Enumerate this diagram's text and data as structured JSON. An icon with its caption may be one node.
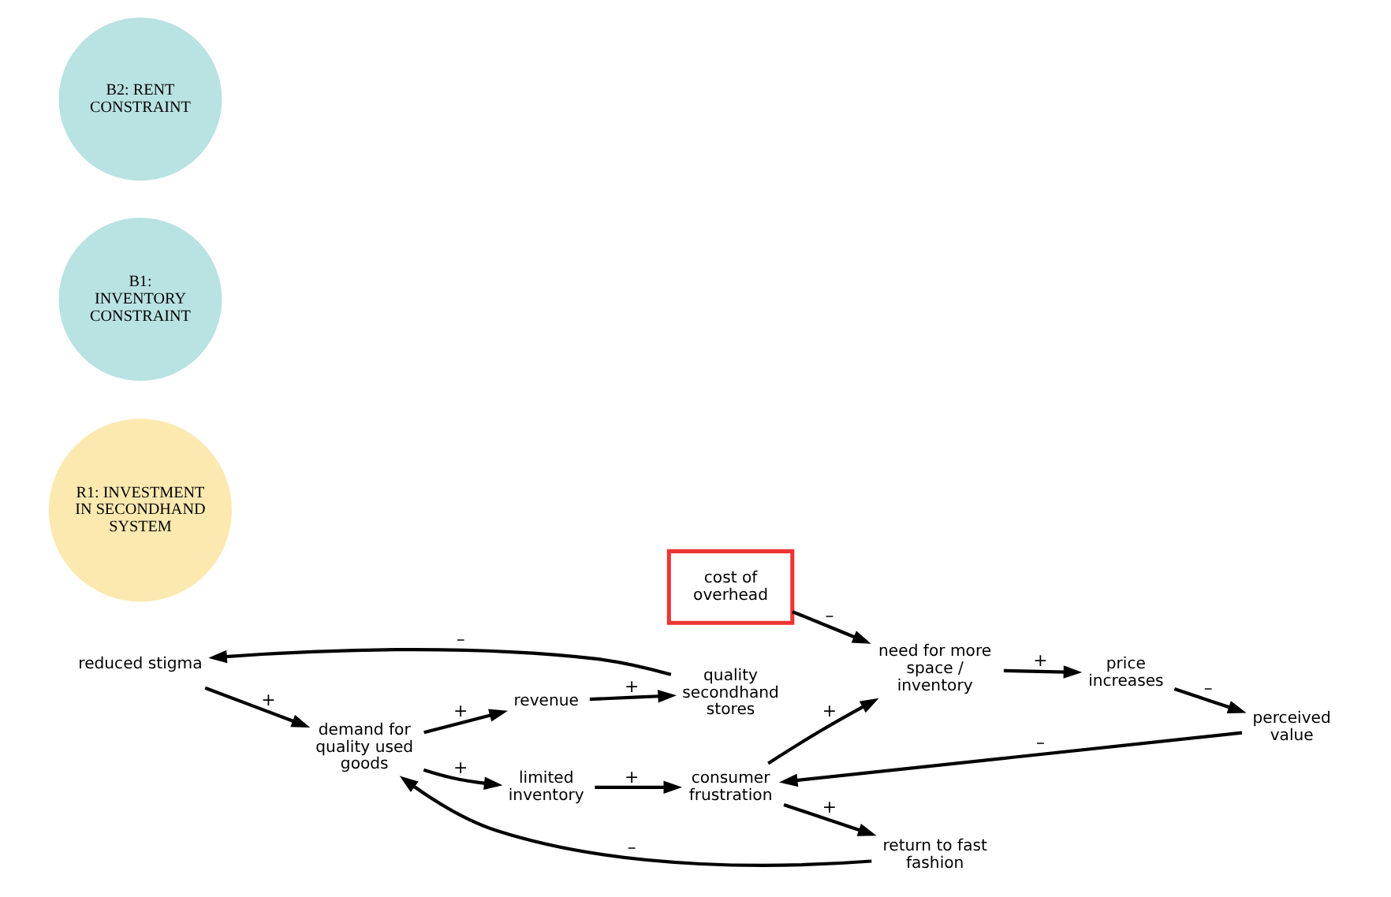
{
  "diagram": {
    "nodes": [
      {
        "text": [
          "reduced stigma"
        ]
      },
      {
        "text": [
          "quality secondhand stores"
        ]
      },
      {
        "text": [
          "R1: INVESTMENT IN SECONDHAND SYSTEM"
        ]
      },
      {
        "text": [
          "demand for quality used goods"
        ]
      },
      {
        "text": [
          "B1: INVENTORY CONSTRAINT"
        ]
      },
      {
        "text": [
          "return to fast fashion"
        ]
      },
      {
        "text": [
          "limited inventory"
        ]
      },
      {
        "text": [
          "revenue"
        ]
      },
      {
        "text": [
          "consumer frustration"
        ]
      },
      {
        "text": [
          "cost of overhead"
        ]
      },
      {
        "text": [
          "perceived value"
        ]
      },
      {
        "text": [
          "B2: RENT CONSTRAINT"
        ]
      },
      {
        "text": [
          "need for more space / inventory"
        ]
      },
      {
        "text": [
          "price increases"
        ]
      }
    ],
    "edges": [
      {
        "from": 1,
        "to": 0,
        "arrow": "to",
        "label": "–"
      },
      {
        "from": 0,
        "to": 3,
        "arrow": "to",
        "label": "+"
      },
      {
        "from": 3,
        "to": 7,
        "arrow": "to",
        "label": "+"
      },
      {
        "from": 7,
        "to": 1,
        "arrow": "to",
        "label": "+"
      },
      {
        "from": 3,
        "to": 6,
        "arrow": "to",
        "label": "+"
      },
      {
        "from": 6,
        "to": 8,
        "arrow": "to",
        "label": "+"
      },
      {
        "from": 8,
        "to": 5,
        "arrow": "to",
        "label": "+"
      },
      {
        "from": 5,
        "to": 3,
        "arrow": "to",
        "label": "–"
      },
      {
        "from": 8,
        "to": 12,
        "arrow": "to",
        "label": "+"
      },
      {
        "from": 9,
        "to": 12,
        "arrow": "to",
        "label": "–"
      },
      {
        "from": 12,
        "to": 13,
        "arrow": "to",
        "label": "+"
      },
      {
        "from": 13,
        "to": 10,
        "arrow": "to",
        "label": "–"
      },
      {
        "from": 10,
        "to": 8,
        "arrow": "to",
        "label": "–"
      }
    ]
  }
}
